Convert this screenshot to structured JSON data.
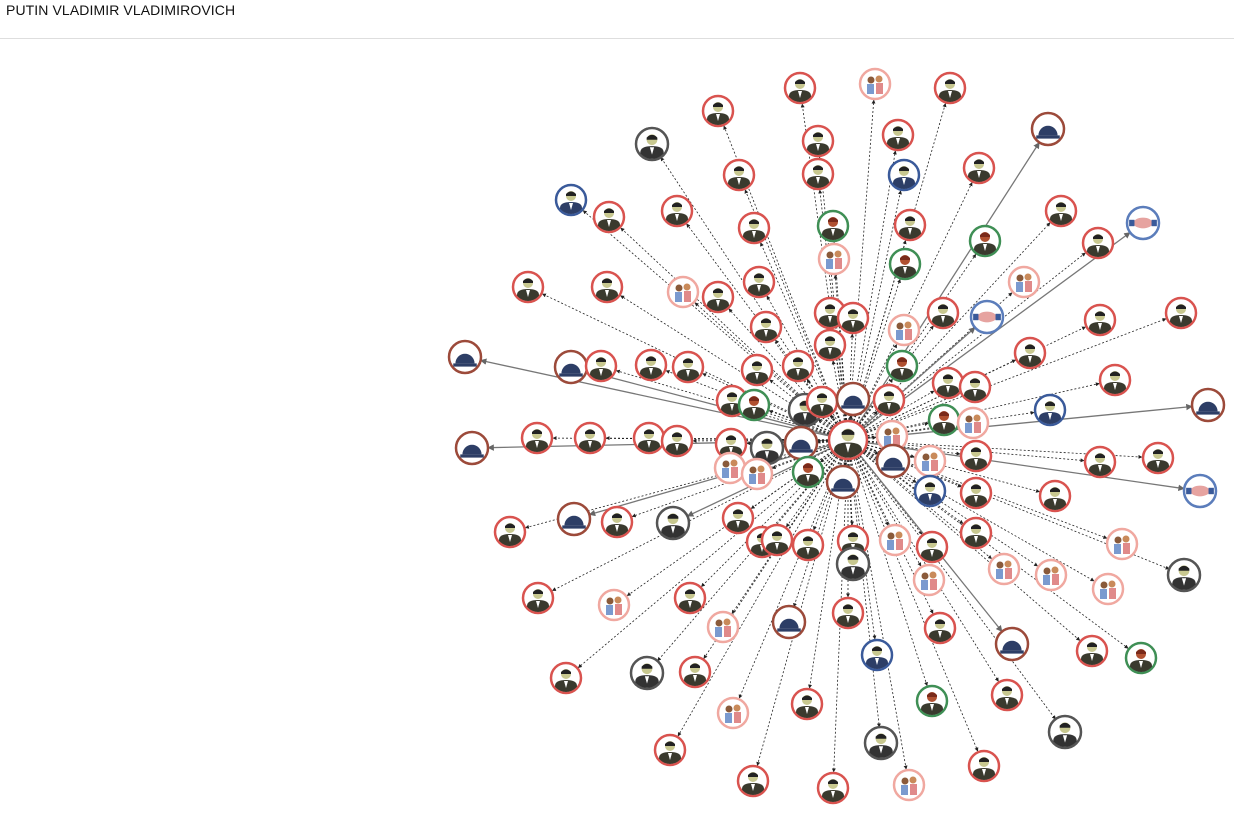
{
  "header": {
    "title": "PUTIN VLADIMIR VLADIMIROVICH"
  },
  "legend_colors": {
    "person": "#d9534f",
    "family": "#f0a8a0",
    "female": "#3f8f55",
    "organization": "#9c4a3a",
    "foreign": "#3a5a9a",
    "partnership": "#5b7dbb",
    "inactive": "#555555"
  },
  "graph": {
    "center_icon": "person-icon",
    "node_types": [
      "person",
      "family",
      "female",
      "organization",
      "foreign",
      "partnership",
      "inactive"
    ]
  }
}
